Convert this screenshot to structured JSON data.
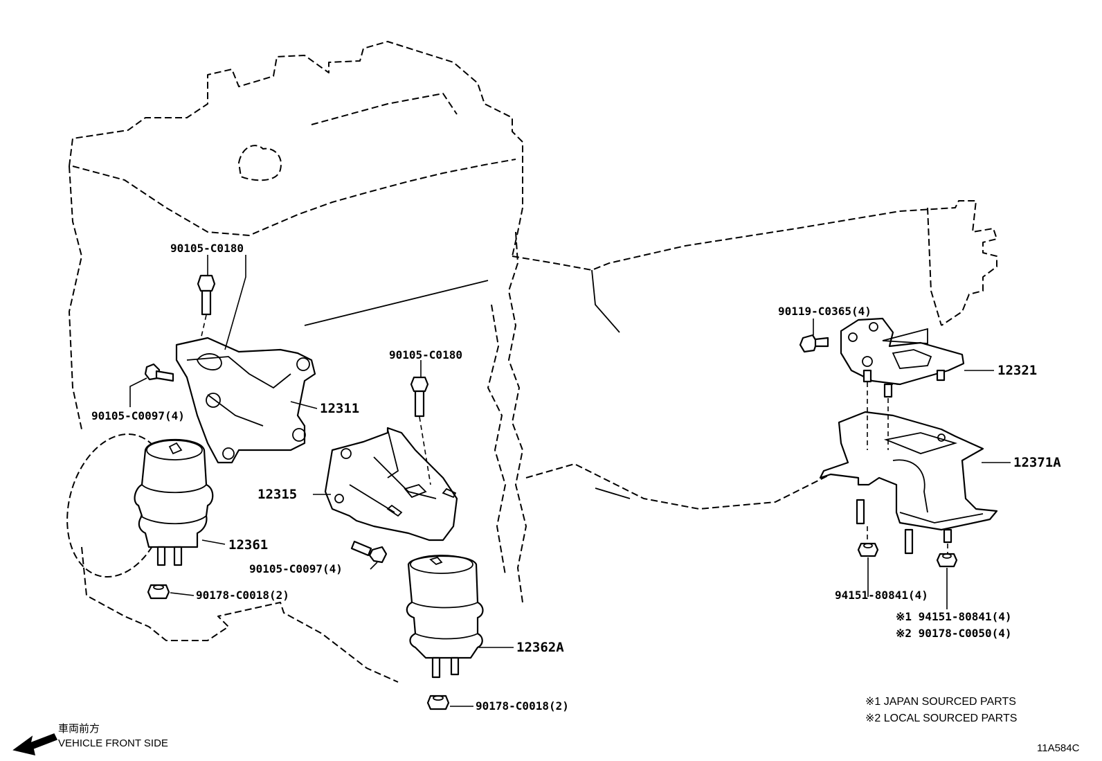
{
  "labels": {
    "bolt_upper_left": "90105-C0180",
    "bolt_left": "90105-C0097(4)",
    "bracket_12311": "12311",
    "insulator_12361": "12361",
    "nut_left": "90178-C0018(2)",
    "bolt_center": "90105-C0180",
    "bracket_12315": "12315",
    "bolt_center_lower": "90105-C0097(4)",
    "insulator_12362A": "12362A",
    "nut_center": "90178-C0018(2)",
    "bolt_right": "90119-C0365(4)",
    "bracket_12321": "12321",
    "insulator_12371A": "12371A",
    "nut_right": "94151-80841(4)",
    "nut_right_alt1": "※1 94151-80841(4)",
    "nut_right_alt2": "※2 90178-C0050(4)"
  },
  "notes": {
    "japan": "※1 JAPAN SOURCED PARTS",
    "local": "※2 LOCAL SOURCED PARTS"
  },
  "direction": {
    "japanese": "車両前方",
    "english": "VEHICLE FRONT SIDE"
  },
  "figure_code": "11A584C"
}
